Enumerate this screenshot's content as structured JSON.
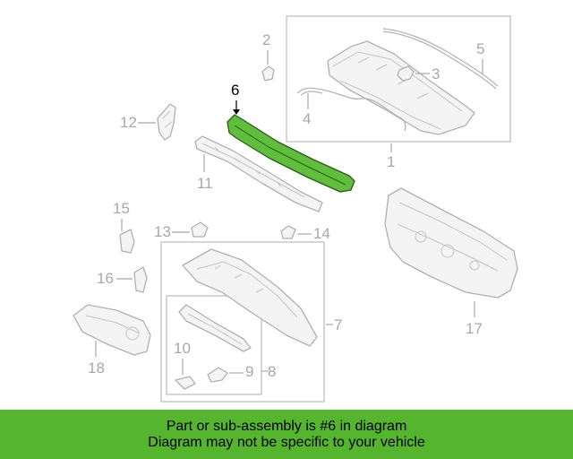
{
  "colors": {
    "highlight_part": "#5fbe3c",
    "banner_background": "#55b52f",
    "part_lines": "#b4b4b4",
    "label_text": "#a8a8a8",
    "highlight_label": "#000000"
  },
  "callouts": {
    "c1": "1",
    "c2": "2",
    "c3": "3",
    "c4": "4",
    "c5": "5",
    "c6": "6",
    "c7": "7",
    "c8": "8",
    "c9": "9",
    "c10": "10",
    "c11": "11",
    "c12": "12",
    "c13": "13",
    "c14": "14",
    "c15": "15",
    "c16": "16",
    "c17": "17",
    "c18": "18"
  },
  "banner": {
    "line1": "Part or sub-assembly is #6 in diagram",
    "line2": "Diagram may not be specific to your vehicle"
  }
}
